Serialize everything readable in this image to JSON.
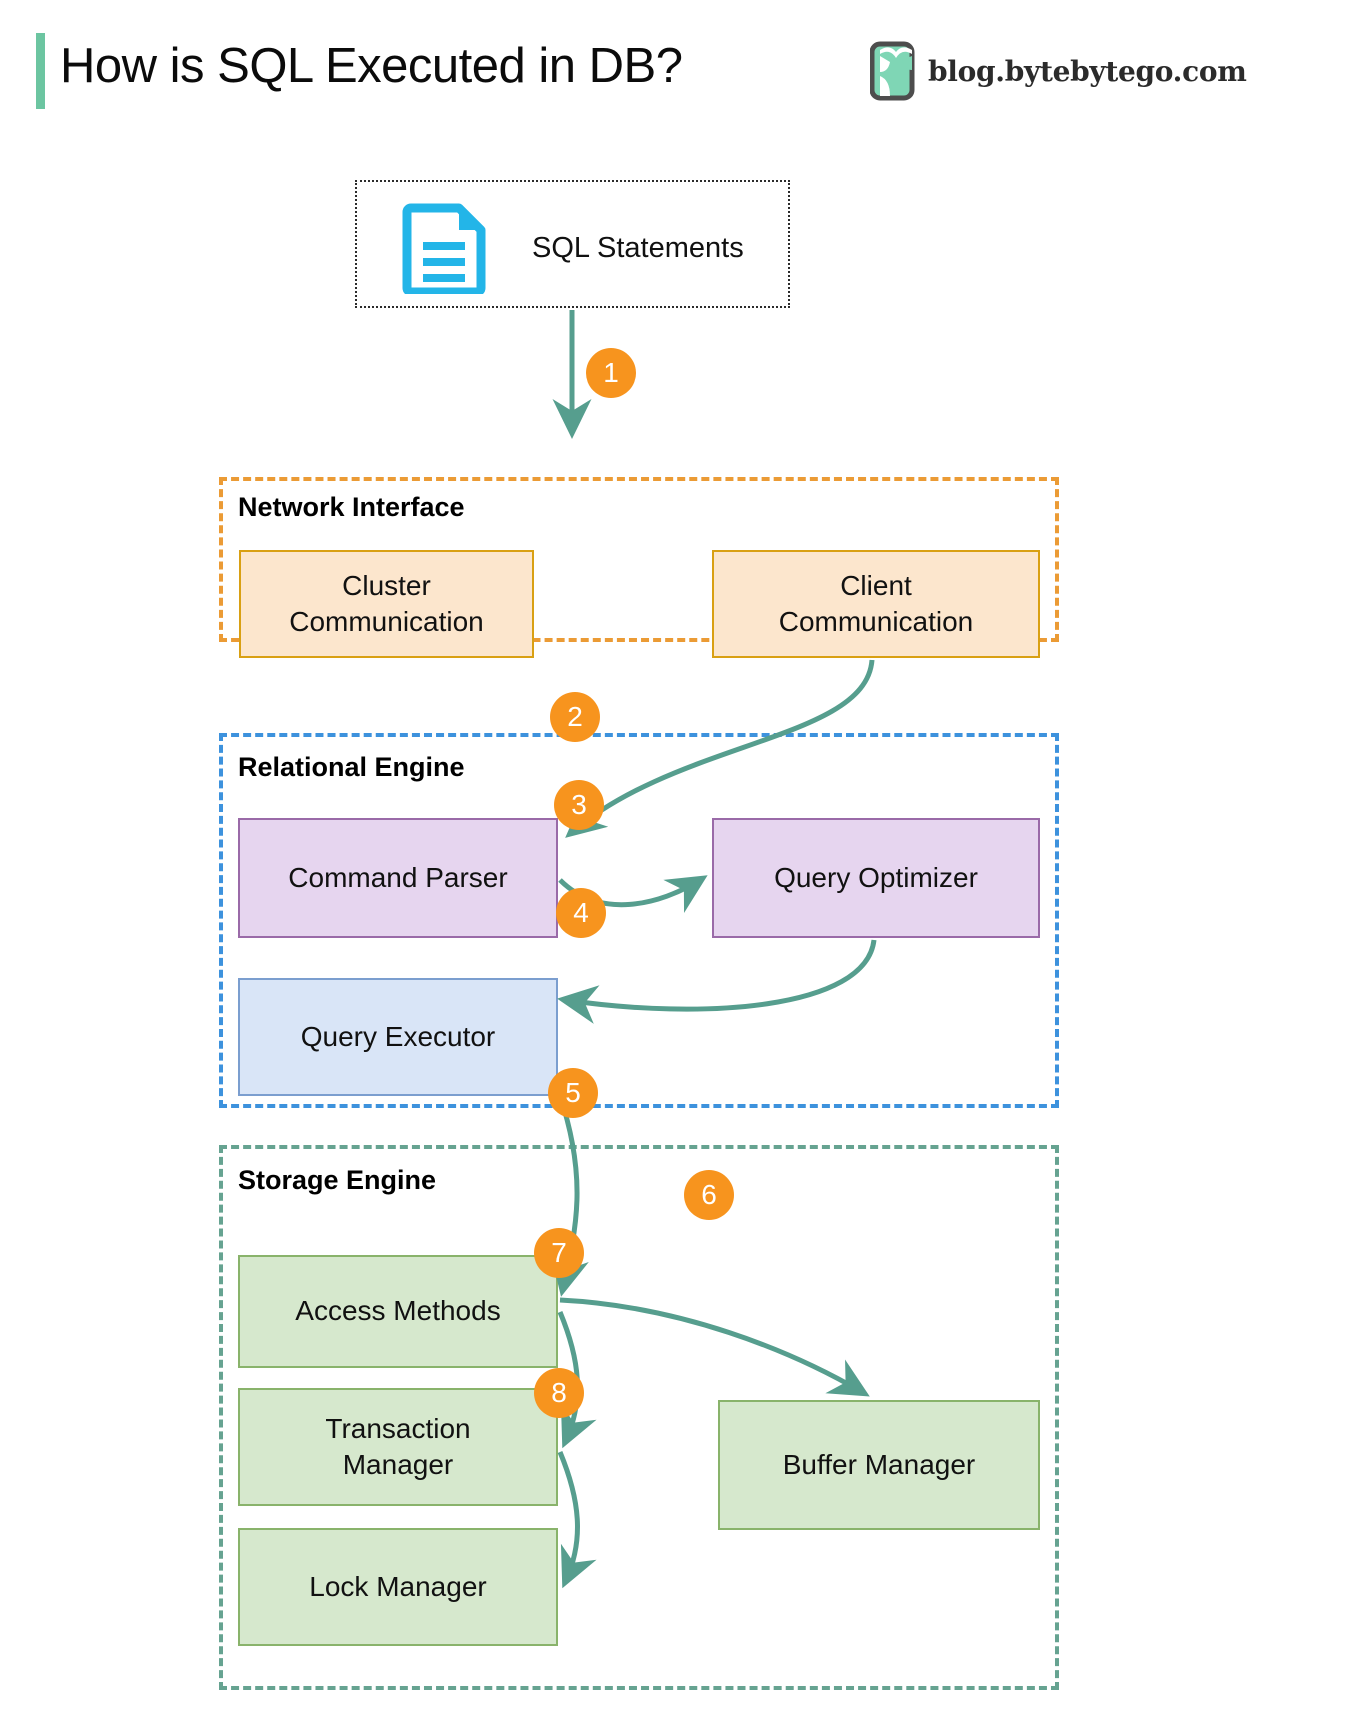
{
  "header": {
    "title": "How is SQL Executed in DB?",
    "brand_text": "blog.bytebytego.com",
    "logo_icon": "bytebytego-logo-icon",
    "accent_color": "#6cc5a1"
  },
  "source": {
    "label": "SQL Statements",
    "icon": "document-icon",
    "icon_color": "#23b5e8",
    "border_style": "dotted"
  },
  "groups": [
    {
      "id": "network-interface",
      "title": "Network Interface",
      "border_color": "#eb9b35",
      "nodes": [
        {
          "id": "cluster-communication",
          "label": "Cluster\nCommunication",
          "fill": "#fce6cd",
          "stroke": "#d9a013"
        },
        {
          "id": "client-communication",
          "label": "Client\nCommunication",
          "fill": "#fce6cd",
          "stroke": "#d9a013"
        }
      ]
    },
    {
      "id": "relational-engine",
      "title": "Relational Engine",
      "border_color": "#3d92dd",
      "nodes": [
        {
          "id": "command-parser",
          "label": "Command Parser",
          "fill": "#e6d5ef",
          "stroke": "#9a6aa8"
        },
        {
          "id": "query-optimizer",
          "label": "Query Optimizer",
          "fill": "#e6d5ef",
          "stroke": "#9a6aa8"
        },
        {
          "id": "query-executor",
          "label": "Query Executor",
          "fill": "#d9e5f7",
          "stroke": "#7b9ecf"
        }
      ]
    },
    {
      "id": "storage-engine",
      "title": "Storage Engine",
      "border_color": "#66a391",
      "nodes": [
        {
          "id": "access-methods",
          "label": "Access Methods",
          "fill": "#d6e8cd",
          "stroke": "#89b36b"
        },
        {
          "id": "buffer-manager",
          "label": "Buffer Manager",
          "fill": "#d6e8cd",
          "stroke": "#89b36b"
        },
        {
          "id": "transaction-manager",
          "label": "Transaction\nManager",
          "fill": "#d6e8cd",
          "stroke": "#89b36b"
        },
        {
          "id": "lock-manager",
          "label": "Lock Manager",
          "fill": "#d6e8cd",
          "stroke": "#89b36b"
        }
      ]
    }
  ],
  "node_labels": {
    "cluster_communication_l1": "Cluster",
    "cluster_communication_l2": "Communication",
    "client_communication_l1": "Client",
    "client_communication_l2": "Communication",
    "command_parser": "Command Parser",
    "query_optimizer": "Query Optimizer",
    "query_executor": "Query Executor",
    "access_methods": "Access Methods",
    "buffer_manager": "Buffer Manager",
    "transaction_manager_l1": "Transaction",
    "transaction_manager_l2": "Manager",
    "lock_manager": "Lock Manager"
  },
  "group_titles": {
    "network_interface": "Network Interface",
    "relational_engine": "Relational Engine",
    "storage_engine": "Storage Engine"
  },
  "steps": [
    {
      "n": "1",
      "from": "sql-statements",
      "to": "network-interface"
    },
    {
      "n": "2",
      "from": "client-communication",
      "to": "command-parser"
    },
    {
      "n": "3",
      "from": "command-parser",
      "to": "query-optimizer"
    },
    {
      "n": "4",
      "from": "query-optimizer",
      "to": "query-executor"
    },
    {
      "n": "5",
      "from": "query-executor",
      "to": "access-methods"
    },
    {
      "n": "6",
      "from": "access-methods",
      "to": "buffer-manager"
    },
    {
      "n": "7",
      "from": "access-methods",
      "to": "transaction-manager"
    },
    {
      "n": "8",
      "from": "transaction-manager",
      "to": "lock-manager"
    }
  ],
  "step_numbers": {
    "s1": "1",
    "s2": "2",
    "s3": "3",
    "s4": "4",
    "s5": "5",
    "s6": "6",
    "s7": "7",
    "s8": "8"
  },
  "colors": {
    "arrow": "#569e8e",
    "badge": "#f7941e",
    "badge_text": "#ffffff"
  }
}
